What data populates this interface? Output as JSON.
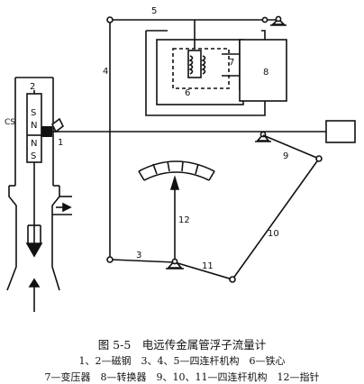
{
  "diagram": {
    "labels": {
      "n1": "1",
      "n2": "2",
      "n3": "3",
      "n4": "4",
      "n5": "5",
      "n6": "6",
      "n7": "7",
      "n8": "8",
      "n9": "9",
      "n10": "10",
      "n11": "11",
      "n12": "12",
      "magnet_s_top": "S",
      "magnet_n_left": "N",
      "magnet_n_right": "N",
      "magnet_s_bottom": "S",
      "side_cs": "CS"
    }
  },
  "caption": {
    "title": "图 5-5　电远传金属管浮子流量计",
    "line1": "1、2—磁钢　3、4、5—四连杆机构　6—铁心",
    "line2": "7—变压器　8—转换器　9、10、11—四连杆机构　12—指针"
  }
}
